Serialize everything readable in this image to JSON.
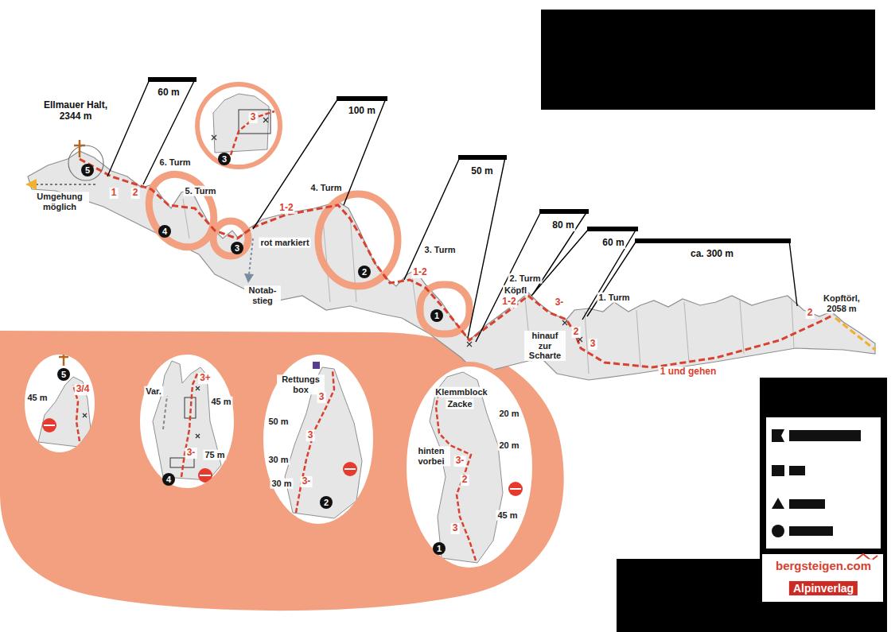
{
  "diagram": {
    "nodes": [
      {
        "text": [
          "3",
          "3"
        ]
      },
      {
        "text": [
          "5",
          "45 m",
          "3/4"
        ]
      },
      {
        "text": [
          "Var.",
          "3+",
          "45 m",
          "3-",
          "75 m",
          "4"
        ]
      },
      {
        "text": [
          "Rettungs box",
          "3",
          "50 m",
          "3",
          "30 m",
          "3-",
          "30 m",
          "2"
        ]
      },
      {
        "text": [
          "Klemmblock",
          "Zacke",
          "20 m",
          "20 m",
          "hinten vorbei",
          "3-",
          "2",
          "3",
          "45 m",
          "1"
        ]
      }
    ],
    "labels": [
      "Ellmauer Halt, 2344 m",
      "60 m",
      "6. Turm",
      "5. Turm",
      "Umgehung möglich",
      "1",
      "2",
      "5",
      "4",
      "3",
      "100 m",
      "4. Turm",
      "1-2",
      "rot markiert",
      "Notab- stieg",
      "2",
      "50 m",
      "3. Turm",
      "1-2",
      "1",
      "80 m",
      "2. Turm",
      "Köpfl",
      "1-2",
      "3-",
      "60 m",
      "1. Turm",
      "hinauf zur Scharte",
      "2",
      "3",
      "ca. 300 m",
      "Kopftörl, 2058 m",
      "2",
      "1 und gehen",
      "bergsteigen.com",
      "Alpinverlag"
    ]
  }
}
